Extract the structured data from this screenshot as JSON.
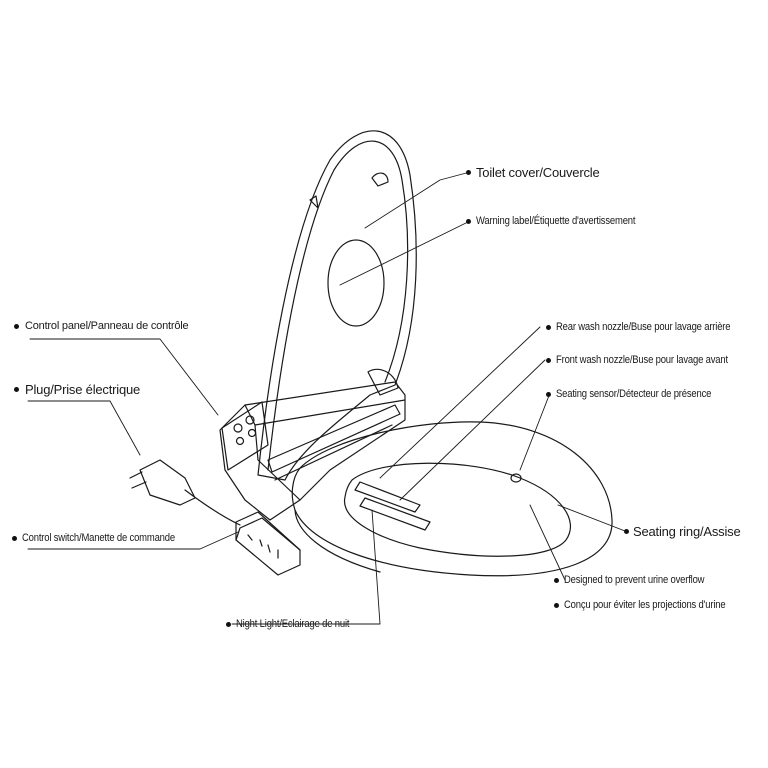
{
  "labels": {
    "toilet_cover": "Toilet cover/Couvercle",
    "warning_label": "Warning label/Étiquette d'avertissement",
    "control_panel": "Control panel/Panneau de contrôle",
    "plug": "Plug/Prise électrique",
    "rear_wash_nozzle": "Rear wash nozzle/Buse pour lavage arrière",
    "front_wash_nozzle": "Front wash nozzle/Buse pour lavage avant",
    "seating_sensor": "Seating sensor/Détecteur de présence",
    "seating_ring": "Seating ring/Assise",
    "urine_overflow_en": "Designed to prevent urine overflow",
    "urine_overflow_fr": "Conçu pour éviter les projections d'urine",
    "control_switch": "Control switch/Manette de commande",
    "night_light": "Night Light/Eclairage de nuit"
  },
  "colors": {
    "line": "#1a1a1a",
    "background": "#ffffff"
  }
}
